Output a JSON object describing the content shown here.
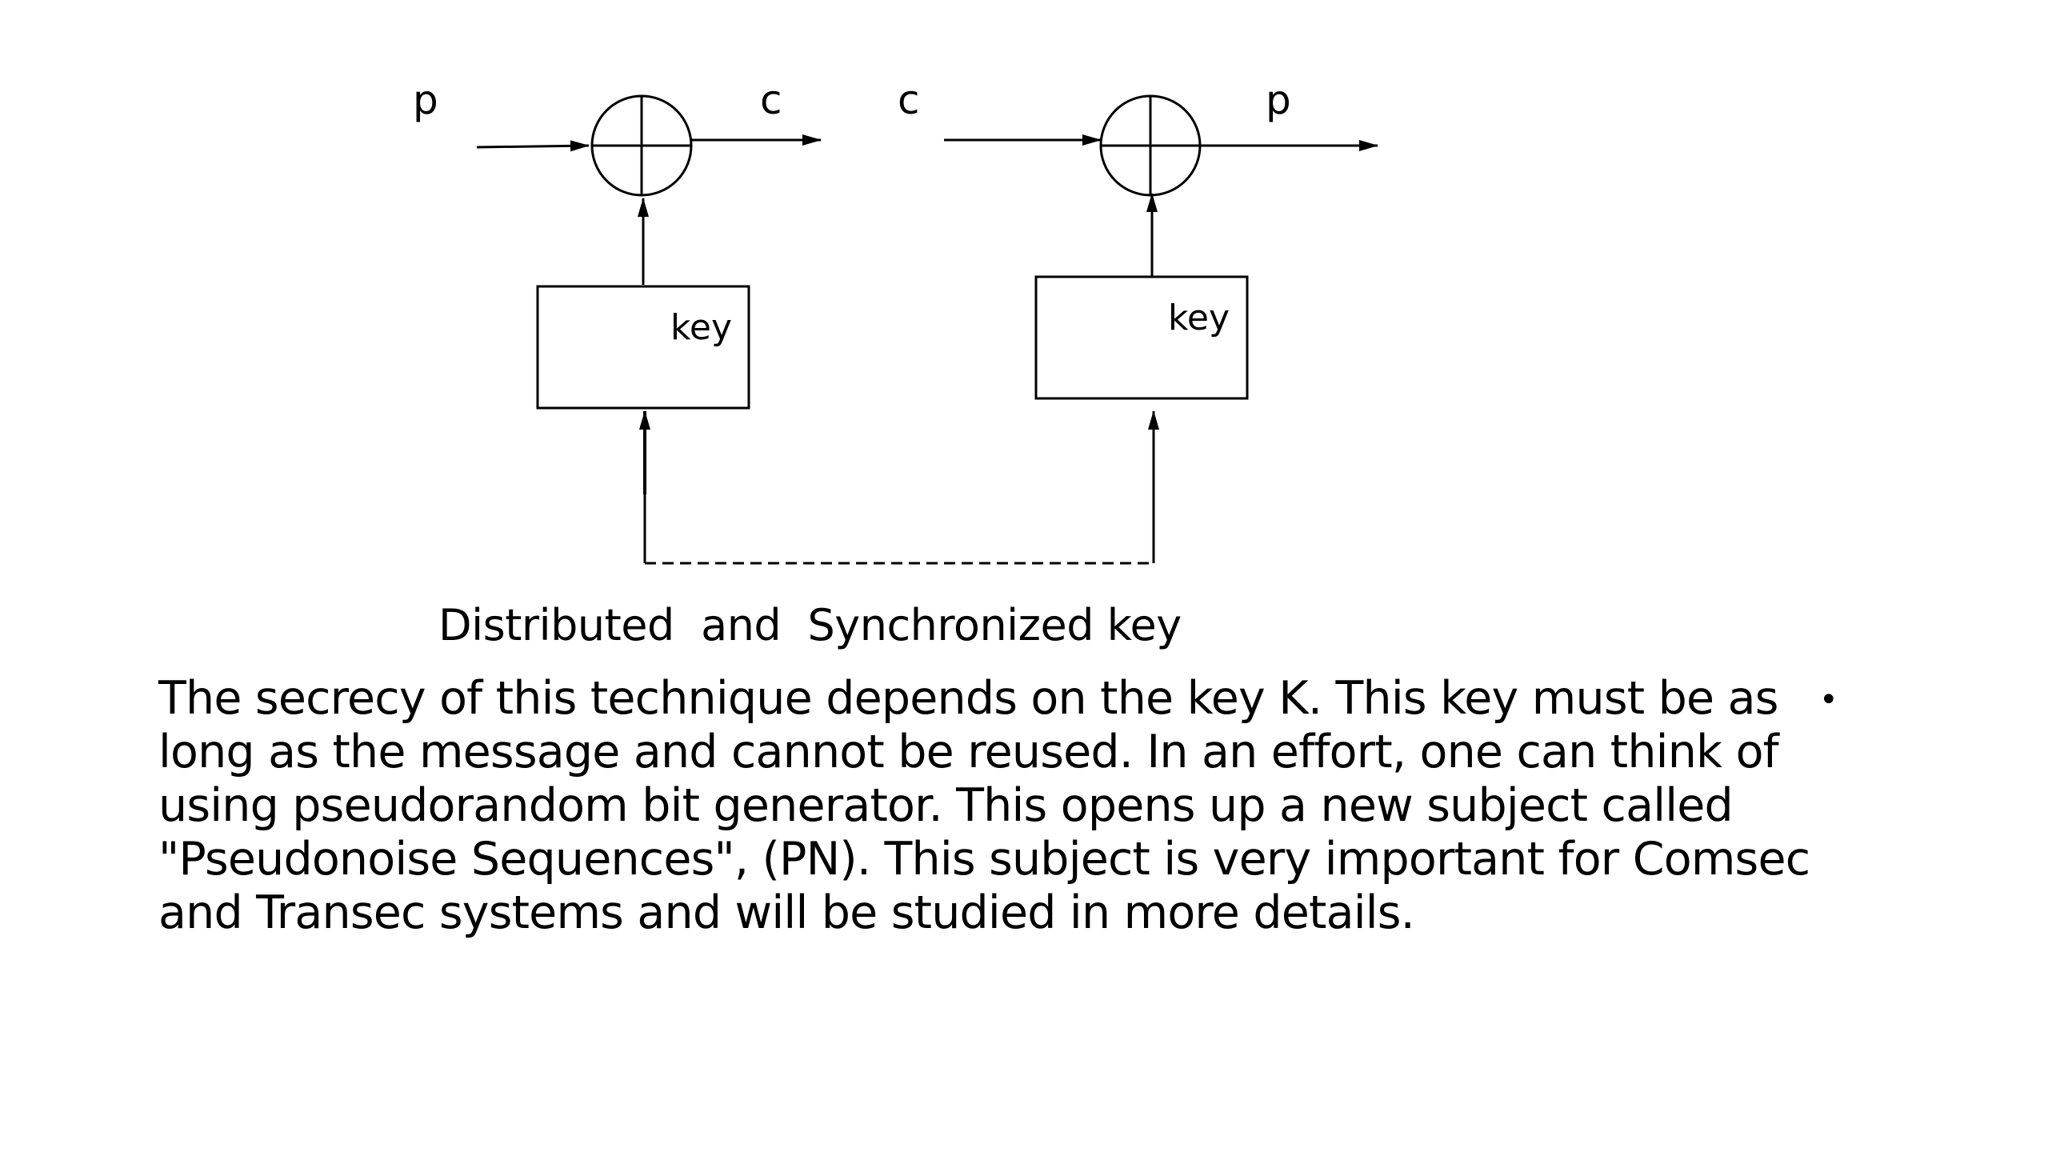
{
  "diagram": {
    "encryptor": {
      "input_label": "p",
      "output_label": "c",
      "key_label": "key"
    },
    "decryptor": {
      "input_label": "c",
      "output_label": "p",
      "key_label": "key"
    },
    "caption": "Distributed  and  Synchronized key"
  },
  "content": {
    "bullet_glyph": "•",
    "paragraph_lines": [
      "The secrecy of this technique depends on the key K. This key must be as",
      "long as the message and cannot be reused. In an effort, one can think of",
      "using pseudorandom bit generator. This opens up a new subject called",
      "\"Pseudonoise Sequences\", (PN). This subject is very important for Comsec",
      "and Transec systems and will be studied in more details."
    ]
  }
}
